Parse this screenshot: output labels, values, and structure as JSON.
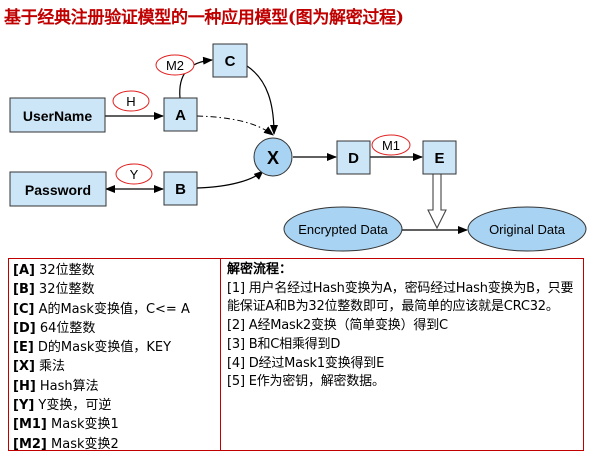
{
  "title": "基于经典注册验证模型的一种应用模型(图为解密过程)",
  "diagram": {
    "nodes": {
      "username": "UserName",
      "password": "Password",
      "a": "A",
      "b": "B",
      "c": "C",
      "d": "D",
      "e": "E",
      "x": "X",
      "encrypted": "Encrypted Data",
      "original": "Original Data"
    },
    "edge_labels": {
      "h": "H",
      "y": "Y",
      "m2": "M2",
      "m1": "M1"
    }
  },
  "legend": [
    {
      "key": "[A]",
      "text": " 32位整数"
    },
    {
      "key": "[B]",
      "text": " 32位整数"
    },
    {
      "key": "[C]",
      "text": " A的Mask变换值，C<= A"
    },
    {
      "key": "[D]",
      "text": " 64位整数"
    },
    {
      "key": "[E]",
      "text": " D的Mask变换值，KEY"
    },
    {
      "key": "[X]",
      "text": " 乘法"
    },
    {
      "key": "[H]",
      "text": " Hash算法"
    },
    {
      "key": "[Y]",
      "text": " Y变换，可逆"
    },
    {
      "key": "[M1]",
      "text": " Mask变换1"
    },
    {
      "key": "[M2]",
      "text": " Mask变换2"
    }
  ],
  "process": {
    "title": "解密流程：",
    "steps": [
      "[1] 用户名经过Hash变换为A，密码经过Hash变换为B，只要能保证A和B为32位整数即可，最简单的应该就是CRC32。",
      "[2] A经Mask2变换（简单变换）得到C",
      "[3] B和C相乘得到D",
      "[4] D经过Mask1变换得到E",
      "[5] E作为密钥，解密数据。"
    ]
  },
  "colors": {
    "title": "#c00000",
    "box_fill": "#cce6f7",
    "ellipse_fill": "#a8d3f2",
    "label_oval_stroke": "#e02020",
    "panel_border": "#c00000"
  }
}
